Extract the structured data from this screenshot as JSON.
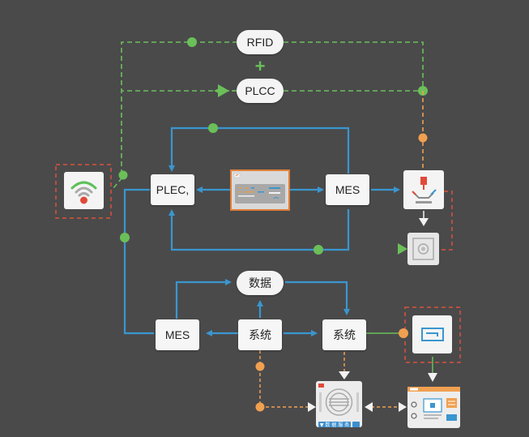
{
  "nodes": {
    "rfid": "RFID",
    "plcc": "PLCC",
    "plec": "PLEC,",
    "mes_top": "MES",
    "data": "数据",
    "mes_bottom": "MES",
    "system_center": "系统",
    "system_right": "系统",
    "plus_sign": "+",
    "server_badge": "▼ 数 据 服 务"
  },
  "colors": {
    "background": "#4a4a4b",
    "blue_flow": "#3a96cf",
    "green_flow": "#6bbf59",
    "orange_flow": "#f0a050",
    "red_dashed": "#d9533a"
  },
  "icons": {
    "wifi": "wifi-signal-icon",
    "hmi": "hmi-panel-icon",
    "robot": "robot-arm-icon",
    "vault": "vault-unit-icon",
    "monitor": "monitor-icon",
    "server": "server-fan-icon",
    "dashboard": "dashboard-screen-icon"
  }
}
